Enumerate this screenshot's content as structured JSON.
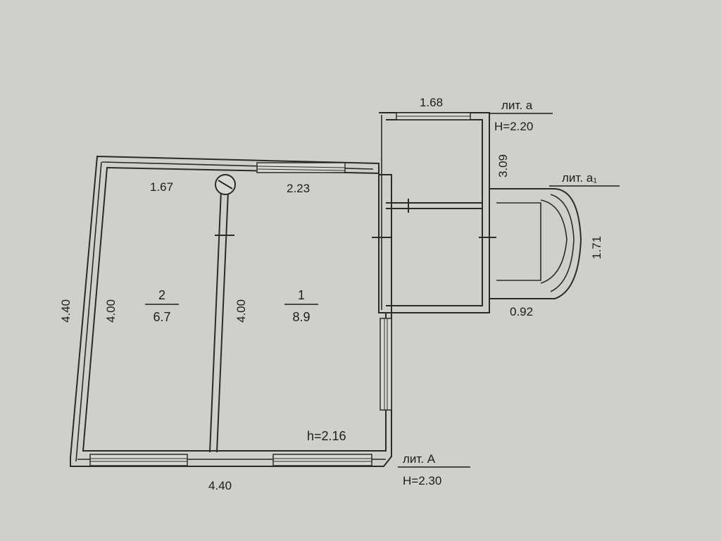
{
  "dimensions": {
    "outer_width_bottom": "4.40",
    "outer_height_left": "4.40",
    "room2_top": "1.67",
    "room1_top": "2.23",
    "room2_height": "4.00",
    "room1_height": "4.00",
    "annex_top": "1.68",
    "annex_height": "3.09",
    "porch_height": "1.71",
    "porch_width": "0.92"
  },
  "rooms": [
    {
      "number": "2",
      "area": "6.7"
    },
    {
      "number": "1",
      "area": "8.9"
    }
  ],
  "ceiling_height": "h=2.16",
  "labels": {
    "lit_A": "лит. А",
    "H_A": "H=2.30",
    "lit_a": "лит. а",
    "H_a": "H=2.20",
    "lit_a1": "лит. а₁"
  }
}
